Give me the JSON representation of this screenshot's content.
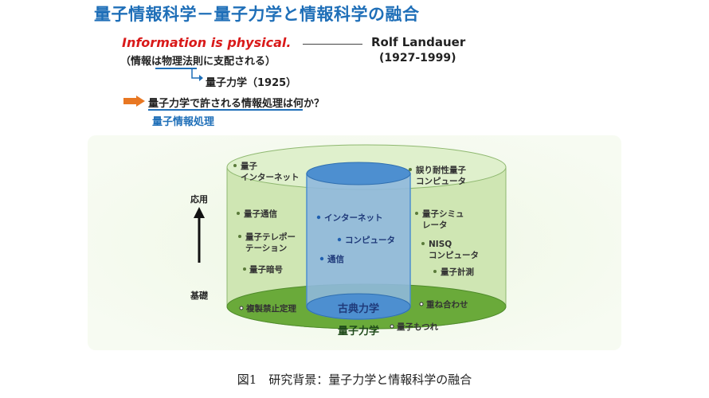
{
  "title": "量子情報科学－量子力学と情報科学の融合",
  "quote": "Information is physical.",
  "quote_gloss": "（情報は物理法則に支配される）",
  "author": "Rolf Landauer",
  "author_years": "(1927-1999)",
  "qm_ref": "量子力学（1925）",
  "question": "量子力学で許される情報処理は何か？",
  "answer": "量子情報処理",
  "diagram": {
    "axis_top": "応用",
    "axis_bottom": "基礎",
    "inner_top_items": [
      "インターネット",
      "コンピュータ",
      "通信"
    ],
    "inner_base": "古典力学",
    "outer_base": "量子力学",
    "left_items": [
      "量子",
      "インターネット",
      "量子通信",
      "量子テレポー",
      "テーション",
      "量子暗号",
      "複製禁止定理"
    ],
    "right_items": [
      "誤り耐性量子",
      "コンピュータ",
      "量子シミュ",
      "レータ",
      "NISQ",
      "コンピュータ",
      "量子計測",
      "重ね合わせ",
      "量子もつれ"
    ],
    "colors": {
      "outer_fill": "#cfe6b3",
      "outer_base": "#6aaa3a",
      "inner_fill": "#8fb8dd",
      "inner_top": "#4d8fd0"
    }
  },
  "caption": "図1　研究背景：量子力学と情報科学の融合"
}
